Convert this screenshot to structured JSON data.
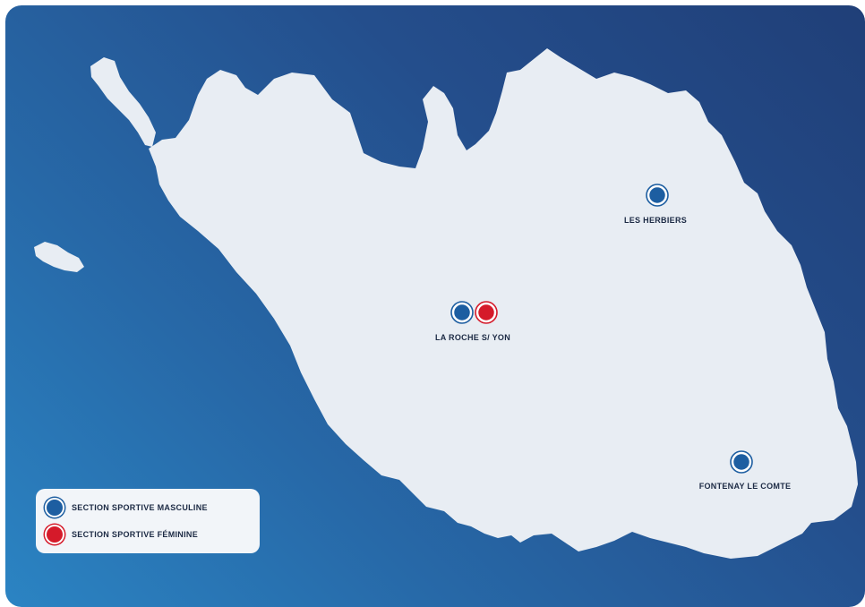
{
  "map": {
    "colors": {
      "sea_gradient": [
        "#2b84c3",
        "#203f78"
      ],
      "land": "#e8edf3",
      "male": "#1d5ea1",
      "female": "#d51a2a"
    },
    "cities": [
      {
        "id": "les-herbiers",
        "label": "LES HERBIERS",
        "sections": [
          "male"
        ]
      },
      {
        "id": "la-roche-sur-yon",
        "label": "LA ROCHE S/ YON",
        "sections": [
          "male",
          "female"
        ]
      },
      {
        "id": "fontenay-le-comte",
        "label": "FONTENAY LE COMTE",
        "sections": [
          "male"
        ]
      }
    ],
    "legend": {
      "male_label": "SECTION SPORTIVE MASCULINE",
      "female_label": "SECTION SPORTIVE FÉMININE"
    }
  }
}
